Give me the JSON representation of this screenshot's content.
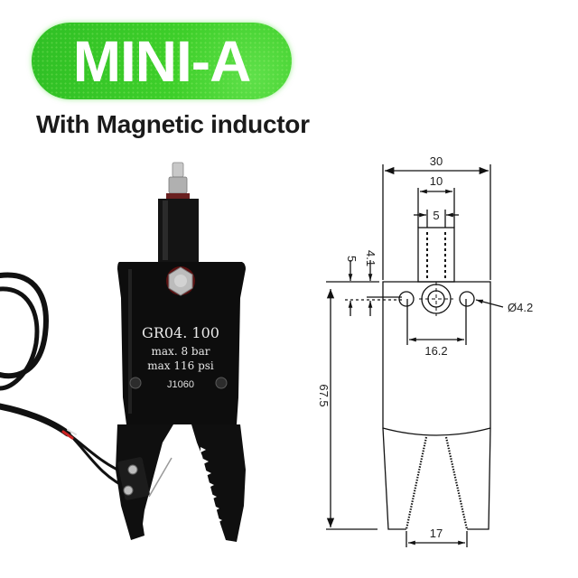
{
  "header": {
    "badge_title": "MINI-A",
    "subtitle": "With Magnetic inductor",
    "badge_color": "#3ecf2a"
  },
  "product_photo": {
    "body_markings": {
      "model": "GR04. 100",
      "pressure_bar": "max. 8 bar",
      "pressure_psi": "max 116 psi",
      "code": "J1060"
    },
    "body_color": "#0d0d0d"
  },
  "drawing": {
    "dimensions": {
      "overall_width": "30",
      "neck_width": "10",
      "inner_width": "5",
      "offset_5": "5",
      "offset_4_1": "4.1",
      "hole_diameter": "Ø4.2",
      "hole_spacing": "16.2",
      "overall_height": "67.5",
      "jaw_opening": "17"
    }
  }
}
